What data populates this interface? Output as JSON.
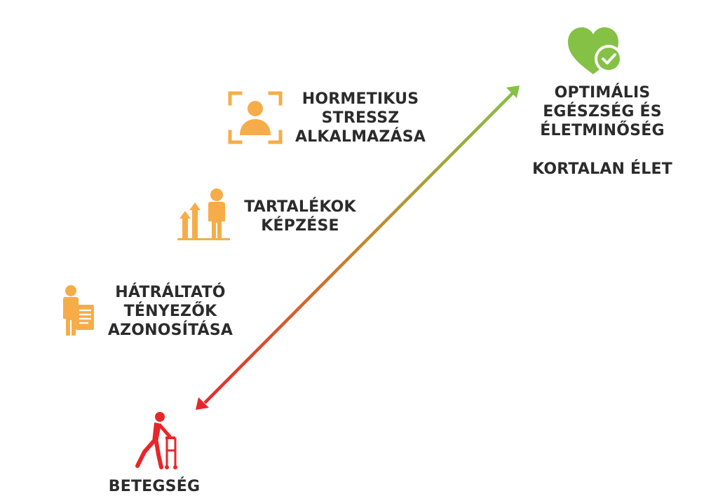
{
  "colors": {
    "text": "#2b2b2b",
    "orange": "#f6ad49",
    "green": "#84c144",
    "red": "#e8262a"
  },
  "icons": {
    "scan": "face-scan-icon",
    "growth": "growth-arrows-person-icon",
    "report": "person-document-icon",
    "heart": "heart-checkmark-icon",
    "walker": "elderly-walker-icon"
  },
  "labels": {
    "hormetic": "HORMETIKUS\nSTRESSZ\nALKALMAZÁSA",
    "reserves": "TARTALÉKOK\nKÉPZÉSE",
    "factors": "HÁTRÁLTATÓ\nTÉNYEZŐK\nAZONOSÍTÁSA",
    "optimal": "OPTIMÁLIS\nEGÉSZSÉG ÉS\nÉLETMINŐSÉG",
    "ageless": "KORTALAN ÉLET",
    "disease": "BETEGSÉG"
  }
}
